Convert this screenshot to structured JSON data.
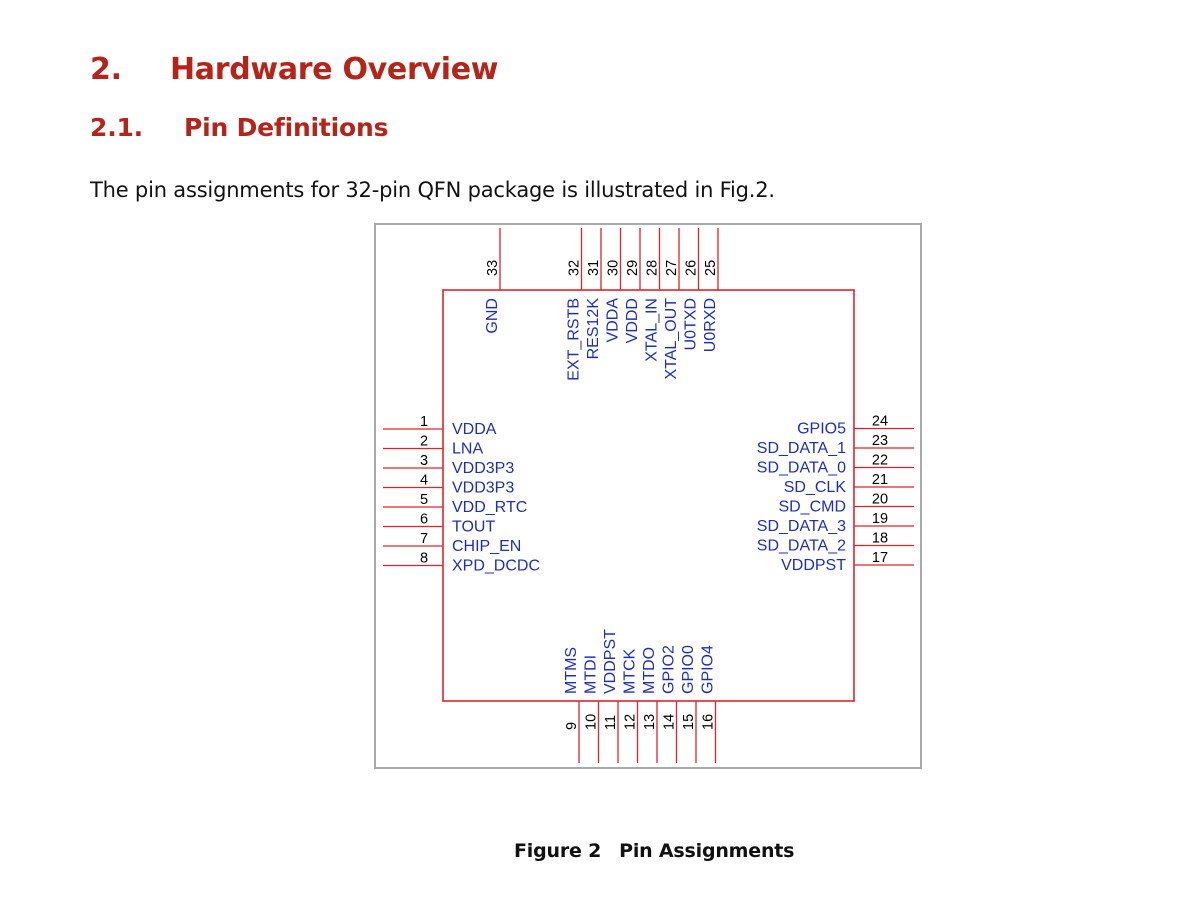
{
  "heading": {
    "number": "2.",
    "title": "Hardware Overview"
  },
  "subheading": {
    "number": "2.1.",
    "title": "Pin Definitions"
  },
  "intro_text": "The pin assignments for 32-pin QFN package is illustrated in Fig.2.",
  "figure": {
    "caption_label": "Figure 2",
    "caption_title": "Pin Assignments",
    "colors": {
      "line": "#e0232b",
      "pin_name": "#1f2fb5",
      "pin_number": "#000000"
    },
    "pins": {
      "left": [
        {
          "num": "1",
          "name": "VDDA"
        },
        {
          "num": "2",
          "name": "LNA"
        },
        {
          "num": "3",
          "name": "VDD3P3"
        },
        {
          "num": "4",
          "name": "VDD3P3"
        },
        {
          "num": "5",
          "name": "VDD_RTC"
        },
        {
          "num": "6",
          "name": "TOUT"
        },
        {
          "num": "7",
          "name": "CHIP_EN"
        },
        {
          "num": "8",
          "name": "XPD_DCDC"
        }
      ],
      "bottom": [
        {
          "num": "9",
          "name": "MTMS"
        },
        {
          "num": "10",
          "name": "MTDI"
        },
        {
          "num": "11",
          "name": "VDDPST"
        },
        {
          "num": "12",
          "name": "MTCK"
        },
        {
          "num": "13",
          "name": "MTDO"
        },
        {
          "num": "14",
          "name": "GPIO2"
        },
        {
          "num": "15",
          "name": "GPIO0"
        },
        {
          "num": "16",
          "name": "GPIO4"
        }
      ],
      "right": [
        {
          "num": "17",
          "name": "VDDPST"
        },
        {
          "num": "18",
          "name": "SD_DATA_2"
        },
        {
          "num": "19",
          "name": "SD_DATA_3"
        },
        {
          "num": "20",
          "name": "SD_CMD"
        },
        {
          "num": "21",
          "name": "SD_CLK"
        },
        {
          "num": "22",
          "name": "SD_DATA_0"
        },
        {
          "num": "23",
          "name": "SD_DATA_1"
        },
        {
          "num": "24",
          "name": "GPIO5"
        }
      ],
      "top": [
        {
          "num": "25",
          "name": "U0RXD"
        },
        {
          "num": "26",
          "name": "U0TXD"
        },
        {
          "num": "27",
          "name": "XTAL_OUT"
        },
        {
          "num": "28",
          "name": "XTAL_IN"
        },
        {
          "num": "29",
          "name": "VDDD"
        },
        {
          "num": "30",
          "name": "VDDA"
        },
        {
          "num": "31",
          "name": "RES12K"
        },
        {
          "num": "32",
          "name": "EXT_RSTB"
        },
        {
          "num": "33",
          "name": "GND"
        }
      ]
    }
  }
}
